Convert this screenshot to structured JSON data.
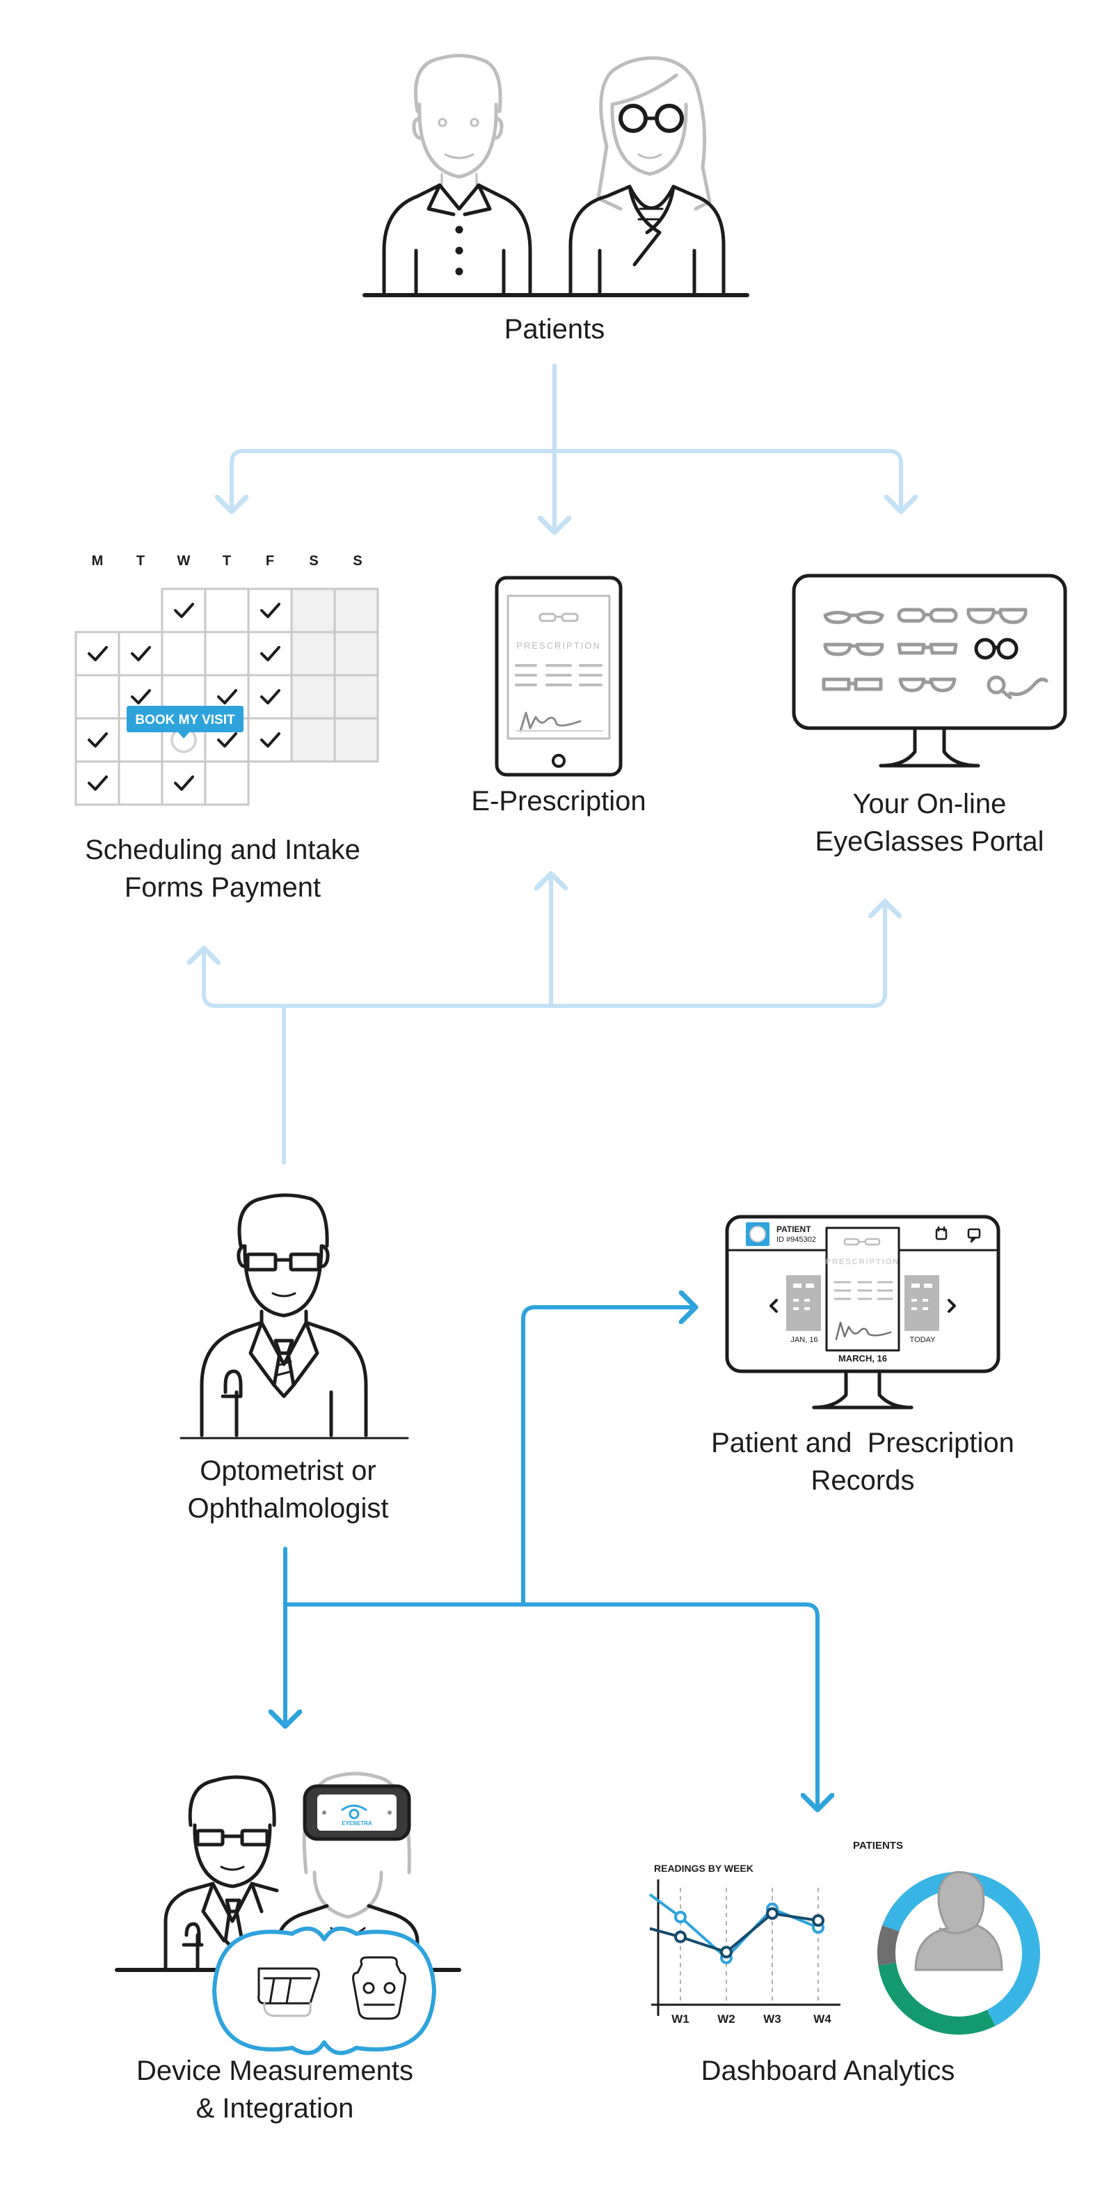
{
  "colors": {
    "arrow_light": "#c4e1f6",
    "arrow_dark": "#2ea3dc",
    "ink": "#1c1c1c",
    "outline_gray": "#bdbdbd",
    "line_dark": "#164a6b",
    "ring_green": "#159a6f",
    "ring_gray": "#6e6e6e"
  },
  "nodes": {
    "patients": {
      "label": "Patients"
    },
    "scheduling": {
      "label_line1": "Scheduling and Intake",
      "label_line2": "Forms Payment",
      "weekdays": [
        "M",
        "T",
        "W",
        "T",
        "F",
        "S",
        "S"
      ],
      "book_button": "BOOK MY VISIT"
    },
    "eprescription": {
      "label": "E-Prescription",
      "card_title": "PRESCRIPTION"
    },
    "portal": {
      "label_line1": "Your On-line",
      "label_line2": "EyeGlasses Portal"
    },
    "optometrist": {
      "label_line1": "Optometrist or",
      "label_line2": "Ophthalmologist"
    },
    "records": {
      "label_line1": "Patient and  Prescription",
      "label_line2": "Records",
      "patient_heading": "PATIENT",
      "patient_id": "ID #945302",
      "card_title": "PRESCRIPTION",
      "date_left": "JAN, 16",
      "date_center": "MARCH, 16",
      "date_right": "TODAY"
    },
    "device": {
      "label_line1": "Device Measurements",
      "label_line2": "& Integration",
      "headset_brand": "EYENETRA"
    },
    "dashboard": {
      "label": "Dashboard Analytics",
      "patients_heading": "PATIENTS"
    }
  },
  "chart_data": {
    "type": "line",
    "title": "READINGS BY WEEK",
    "categories": [
      "W1",
      "W2",
      "W3",
      "W4"
    ],
    "series": [
      {
        "values": [
          0.75,
          0.4,
          0.82,
          0.66
        ],
        "color": "#2ea3dc"
      },
      {
        "values": [
          0.58,
          0.45,
          0.78,
          0.72
        ],
        "color": "#164a6b"
      }
    ],
    "ylim": [
      0,
      1
    ],
    "grid": "vertical-dashed"
  },
  "donut_data": {
    "segments": [
      {
        "value": 0.62,
        "color": "#39b5e5"
      },
      {
        "value": 0.3,
        "color": "#159a6f"
      },
      {
        "value": 0.08,
        "color": "#6e6e6e"
      }
    ]
  }
}
